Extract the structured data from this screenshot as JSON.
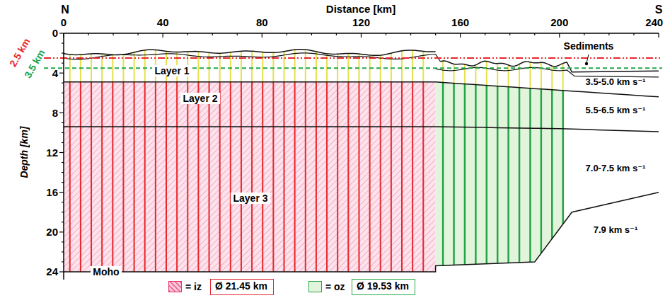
{
  "diagram": {
    "nodes": [
      {
        "text": [
          "Ø 21.45 km"
        ]
      },
      {
        "text": [
          "Ø 19.53 km"
        ]
      }
    ],
    "labels": [
      "N",
      "Distance [km]",
      "S",
      "0",
      "40",
      "80",
      "120",
      "160",
      "200",
      "240",
      "0",
      "4",
      "8",
      "12",
      "16",
      "20",
      "24",
      "Depth [km]",
      "2.5 km",
      "3.5 km",
      "Layer 1",
      "Layer 2",
      "Layer 3",
      "Moho",
      "Sediments",
      "3.5-5.0 km s⁻¹",
      "5.5-6.5 km s⁻¹",
      "7.0-7.5 km s⁻¹",
      "7.9 km s⁻¹"
    ],
    "legend": [
      {
        "text": "= iz",
        "color": "#f9c4d6"
      },
      {
        "text": "= oz",
        "color": "#e3f4dc"
      }
    ]
  }
}
